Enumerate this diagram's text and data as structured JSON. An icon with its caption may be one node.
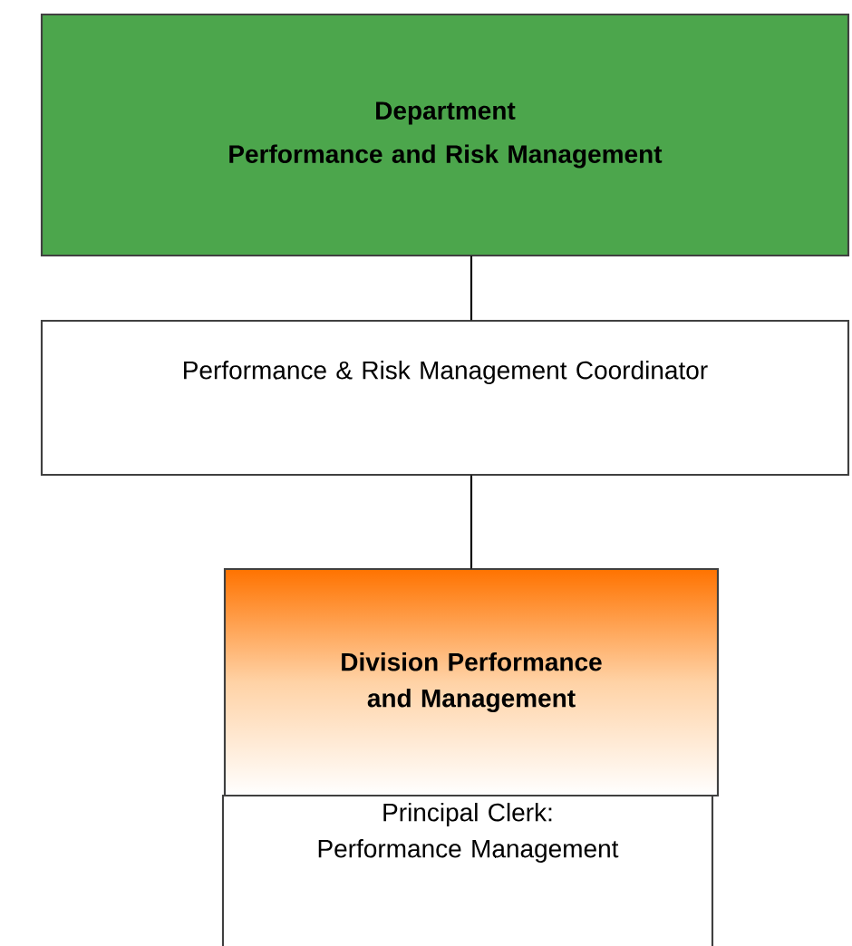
{
  "diagram": {
    "nodes": [
      {
        "text": [
          "Department",
          "Performance and Risk Management"
        ]
      },
      {
        "text": [
          "Performance & Risk Management Coordinator"
        ]
      },
      {
        "text": [
          "Division Performance and Management"
        ]
      },
      {
        "text": [
          "Principal Clerk: Performance Management"
        ]
      }
    ],
    "edges": [
      {
        "from": 0,
        "to": 1,
        "arrow": "none"
      },
      {
        "from": 1,
        "to": 2,
        "arrow": "none"
      }
    ]
  }
}
